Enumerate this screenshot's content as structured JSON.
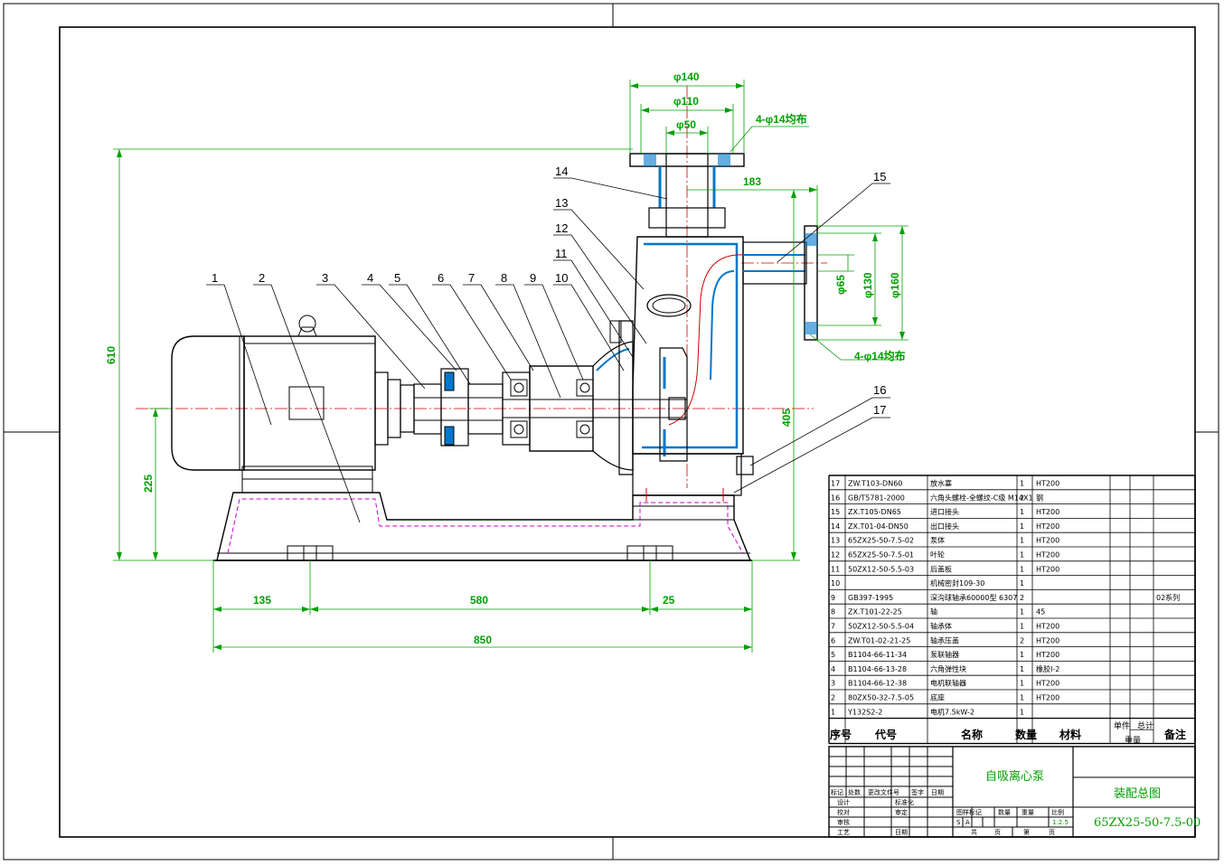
{
  "dimensions": {
    "d140": "φ140",
    "d110": "φ110",
    "d50": "φ50",
    "holes_top": "4-φ14均布",
    "d183": "183",
    "d65": "φ65",
    "d130": "φ130",
    "d160": "φ160",
    "holes_right": "4-φ14均布",
    "h610": "610",
    "h225": "225",
    "h405": "405",
    "w135": "135",
    "w580": "580",
    "w25": "25",
    "w850": "850"
  },
  "leaders": [
    "1",
    "2",
    "3",
    "4",
    "5",
    "6",
    "7",
    "8",
    "9",
    "10",
    "11",
    "12",
    "13",
    "14",
    "15",
    "16",
    "17"
  ],
  "bom_headers": {
    "no": "序号",
    "code": "代号",
    "name": "名称",
    "qty": "数量",
    "material": "材料",
    "unit": "单件",
    "total": "总计",
    "weight": "重量",
    "remark": "备注"
  },
  "bom": [
    {
      "no": "17",
      "code": "ZW.T103-DN60",
      "name": "放水塞",
      "qty": "1",
      "mat": "HT200",
      "remark": ""
    },
    {
      "no": "16",
      "code": "GB/T5781-2000",
      "name": "六角头螺栓-全螺纹-C级 M14X1",
      "qty": "2",
      "mat": "钢",
      "remark": ""
    },
    {
      "no": "15",
      "code": "ZX.T105-DN65",
      "name": "进口接头",
      "qty": "1",
      "mat": "HT200",
      "remark": ""
    },
    {
      "no": "14",
      "code": "ZX.T01-04-DN50",
      "name": "出口接头",
      "qty": "1",
      "mat": "HT200",
      "remark": ""
    },
    {
      "no": "13",
      "code": "65ZX25-50-7.5-02",
      "name": "泵体",
      "qty": "1",
      "mat": "HT200",
      "remark": ""
    },
    {
      "no": "12",
      "code": "65ZX25-50-7.5-01",
      "name": "叶轮",
      "qty": "1",
      "mat": "HT200",
      "remark": ""
    },
    {
      "no": "11",
      "code": "50ZX12-50-5.5-03",
      "name": "后盖板",
      "qty": "1",
      "mat": "HT200",
      "remark": ""
    },
    {
      "no": "10",
      "code": "",
      "name": "机械密封109-30",
      "qty": "1",
      "mat": "",
      "remark": ""
    },
    {
      "no": "9",
      "code": "GB397-1995",
      "name": "深沟球轴承60000型 6307",
      "qty": "2",
      "mat": "",
      "remark": "02系列"
    },
    {
      "no": "8",
      "code": "ZX.T101-22-25",
      "name": "轴",
      "qty": "1",
      "mat": "45",
      "remark": ""
    },
    {
      "no": "7",
      "code": "50ZX12-50-5.5-04",
      "name": "轴承体",
      "qty": "1",
      "mat": "HT200",
      "remark": ""
    },
    {
      "no": "6",
      "code": "ZW.T01-02-21-25",
      "name": "轴承压盖",
      "qty": "2",
      "mat": "HT200",
      "remark": ""
    },
    {
      "no": "5",
      "code": "B1104-66-11-34",
      "name": "泵联轴器",
      "qty": "1",
      "mat": "HT200",
      "remark": ""
    },
    {
      "no": "4",
      "code": "B1104-66-13-28",
      "name": "六角弹性块",
      "qty": "1",
      "mat": "橡胶I-2",
      "remark": ""
    },
    {
      "no": "3",
      "code": "B1104-66-12-38",
      "name": "电机联轴器",
      "qty": "1",
      "mat": "HT200",
      "remark": ""
    },
    {
      "no": "2",
      "code": "80ZX50-32-7.5-05",
      "name": "底座",
      "qty": "1",
      "mat": "HT200",
      "remark": ""
    },
    {
      "no": "1",
      "code": "Y132S2-2",
      "name": "电机7.5kW-2",
      "qty": "1",
      "mat": "",
      "remark": ""
    }
  ],
  "title_block": {
    "product": "自吸离心泵",
    "drawing": "装配总图",
    "drawing_no": "65ZX25-50-7.5-00",
    "scale": "1:2.5",
    "labels": [
      "标记",
      "处数",
      "更改文件号",
      "签字",
      "日期",
      "设计",
      "标准化",
      "校对",
      "审定",
      "审核",
      "工艺",
      "日期"
    ],
    "stage_labels": [
      "图样标记",
      "数量",
      "重量",
      "比例"
    ],
    "stage_marks": [
      "S",
      "A"
    ],
    "sheet_labels": [
      "共",
      "页",
      "第",
      "页"
    ]
  },
  "colors": {
    "outline": "#000000",
    "centerline": "#cc0000",
    "dimension": "#00a000",
    "hidden": "#cc00cc",
    "section": "#0077cc"
  }
}
